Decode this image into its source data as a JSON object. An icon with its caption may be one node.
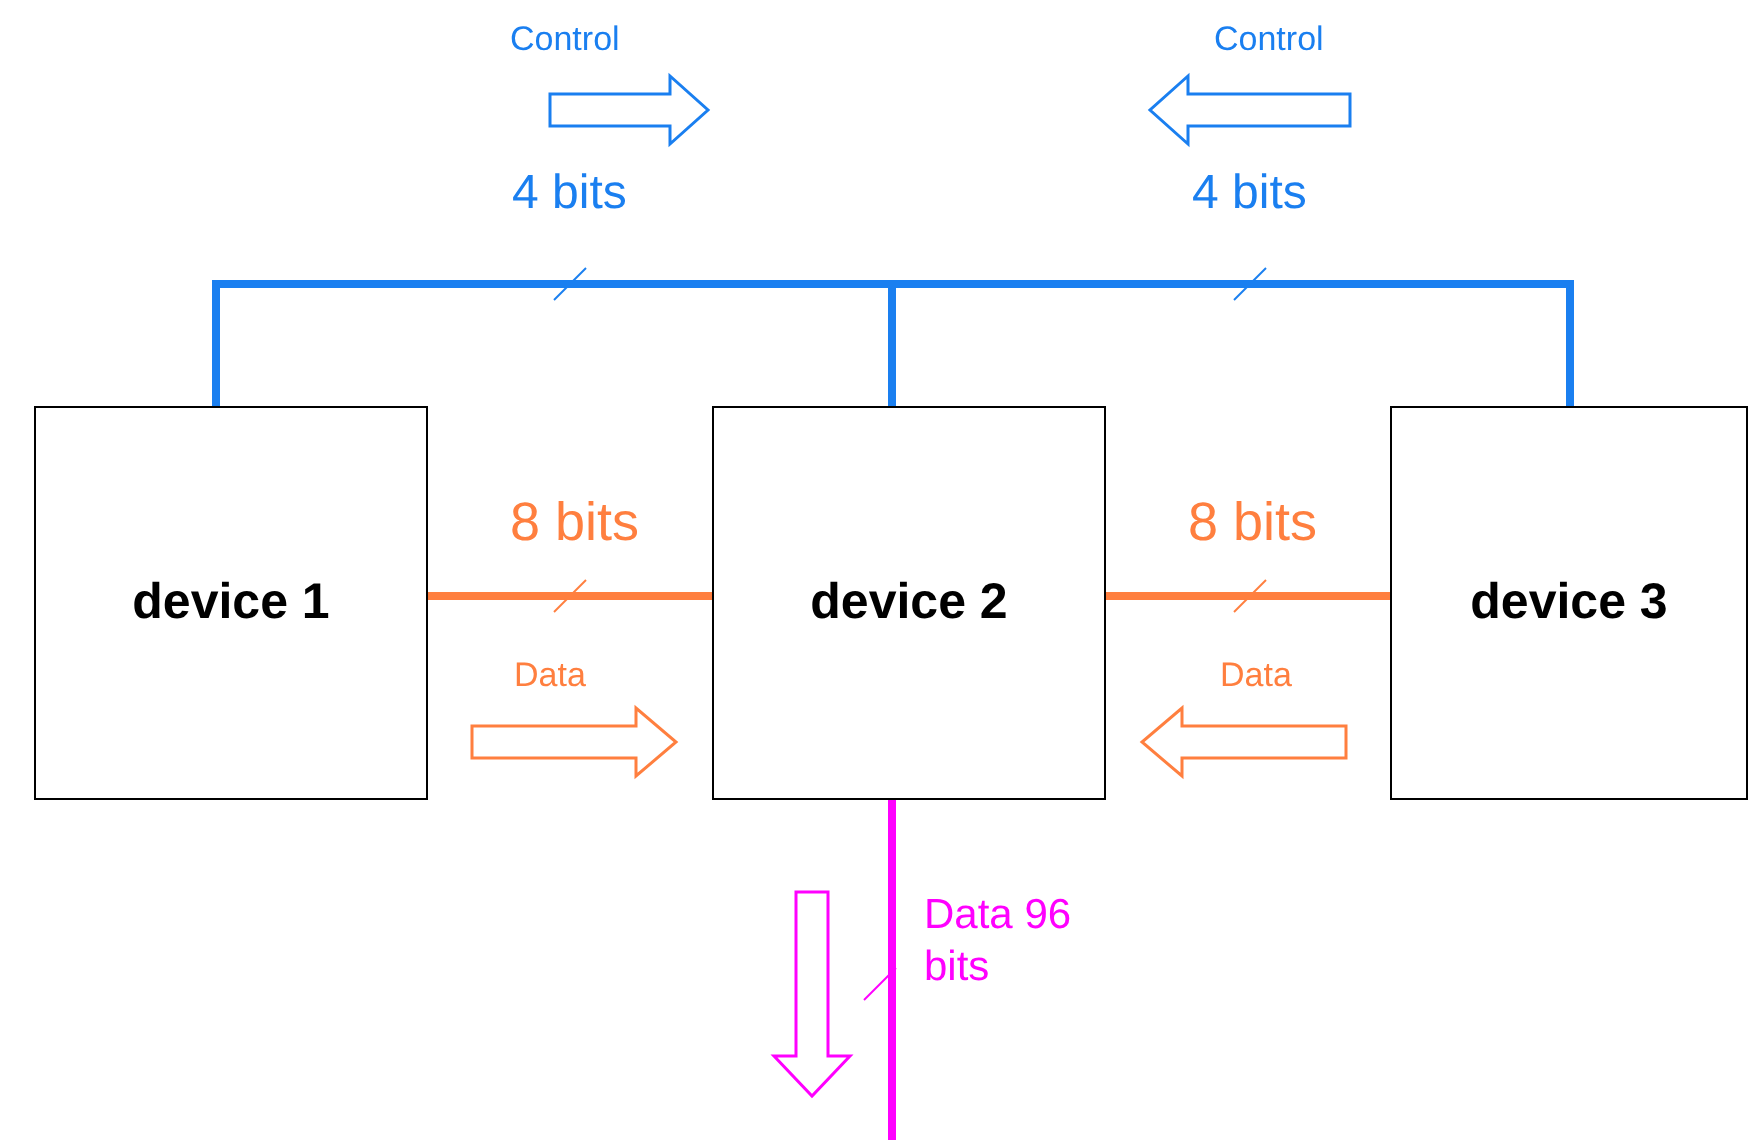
{
  "diagram": {
    "nodes": [
      {
        "text": [
          "device 1"
        ]
      },
      {
        "text": [
          "device 2"
        ]
      },
      {
        "text": [
          "device 3"
        ]
      }
    ],
    "edges": [
      {
        "from": 0,
        "to": 1,
        "arrow": "none",
        "label": "4 bits",
        "color": "#1a7ff0"
      },
      {
        "from": 2,
        "to": 1,
        "arrow": "none",
        "label": "4 bits",
        "color": "#1a7ff0"
      },
      {
        "from": 0,
        "to": 1,
        "arrow": "none",
        "label": "8 bits",
        "color": "#ff7f3f"
      },
      {
        "from": 2,
        "to": 1,
        "arrow": "none",
        "label": "8 bits",
        "color": "#ff7f3f"
      },
      {
        "from": 1,
        "to": null,
        "arrow": "none",
        "label": "Data 96 bits",
        "color": "#ff00ff"
      },
      {
        "from": 0,
        "to": 1,
        "arrow": "to",
        "label": "Data",
        "color": "#ff7f3f"
      },
      {
        "from": 2,
        "to": 1,
        "arrow": "to",
        "label": "Data",
        "color": "#ff7f3f"
      }
    ],
    "labels": [
      "Control",
      "Control"
    ]
  }
}
